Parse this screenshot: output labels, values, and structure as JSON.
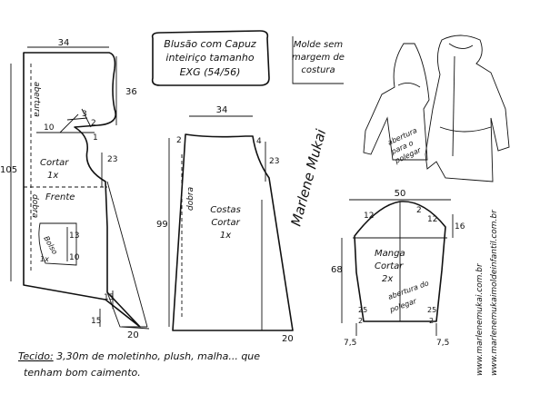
{
  "title_box": {
    "line1": "Blusão com Capuz",
    "line2": "inteiriço tamanho",
    "line3": "EXG (54/56)"
  },
  "seam_note": {
    "line1": "Molde sem",
    "line2": "margem de",
    "line3": "costura"
  },
  "front": {
    "top_width": "34",
    "side_abertura": "abertura",
    "height_36": "36",
    "m10": "10",
    "m3": "3",
    "m2": "2",
    "m1": "1",
    "m23": "23",
    "m105": "105",
    "cut_label": "Cortar",
    "cut_qty": "1x",
    "piece_name": "Frente",
    "fold": "dobra",
    "pocket_label": "Bolso",
    "pocket_qty": "1x",
    "m13": "13",
    "m10b": "10",
    "m15": "15",
    "m15b": "15",
    "m20": "20"
  },
  "back": {
    "top_width": "34",
    "m2": "2",
    "m4": "4",
    "m23": "23",
    "m99": "99",
    "fold": "dobra",
    "piece_name": "Costas",
    "cut_label": "Cortar",
    "cut_qty": "1x",
    "m20": "20"
  },
  "sleeve": {
    "top_width": "50",
    "m12": "12",
    "m2": "2",
    "m12b": "12",
    "m16": "16",
    "m68": "68",
    "piece_name": "Manga",
    "cut_label": "Cortar",
    "cut_qty": "2x",
    "thumb_opening1": "abertura do",
    "thumb_opening2": "polegar",
    "m25": "25",
    "m2b": "2",
    "m25b": "25",
    "m2c": "2",
    "m75": "7,5",
    "m75b": "7,5"
  },
  "illustration": {
    "note1": "abertura",
    "note2": "para o",
    "note3": "polegar"
  },
  "signature": "Marlene Mukai",
  "websites": {
    "site1": "www.marlenemukai.com.br",
    "site2": "www.marlenemukaimoldeinfantil.com.br"
  },
  "fabric": {
    "label": "Tecido:",
    "line1": " 3,30m de moletinho, plush, malha... que",
    "line2": "tenham bom caimento."
  }
}
